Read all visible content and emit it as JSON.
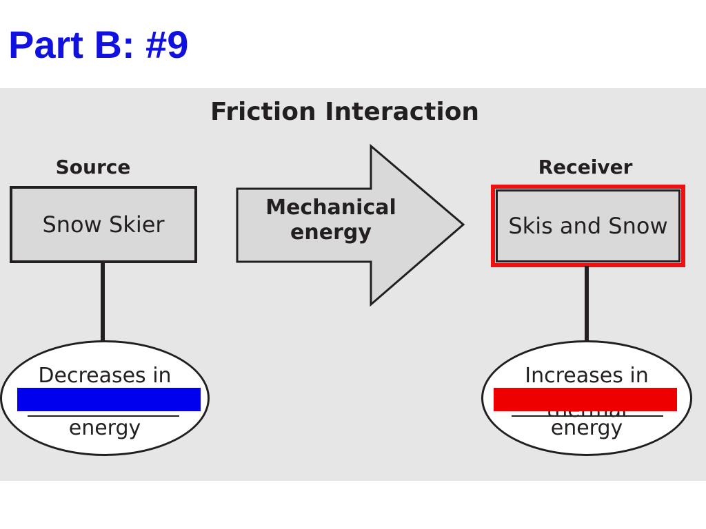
{
  "slide": {
    "title": "Part B: #9"
  },
  "diagram": {
    "title": "Friction Interaction",
    "arrow": {
      "line1": "Mechanical",
      "line2": "energy"
    },
    "source": {
      "label": "Source",
      "box_text": "Snow Skier",
      "ellipse_top": "Decreases in",
      "ellipse_bottom": "energy",
      "cover_color": "#0000ee"
    },
    "receiver": {
      "label": "Receiver",
      "box_text": "Skis and Snow",
      "ellipse_top": "Increases in",
      "ellipse_bottom": "energy",
      "covered_word": "thermal",
      "cover_color": "#ee0000",
      "highlight_color": "#ee1111"
    }
  }
}
